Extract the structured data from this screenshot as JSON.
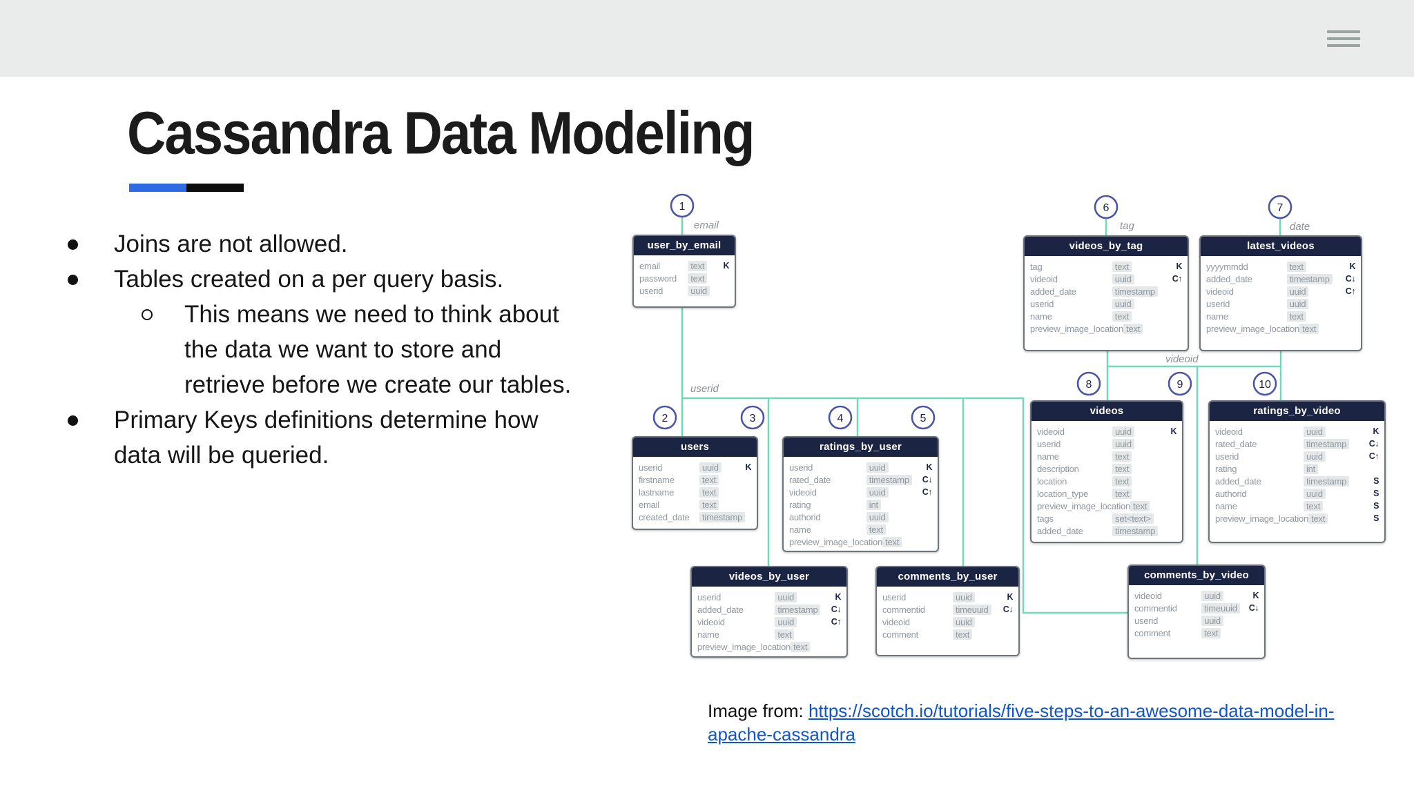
{
  "topbar": {
    "menu_icon": "hamburger-menu"
  },
  "slide": {
    "title": "Cassandra Data Modeling",
    "accent_colors": {
      "blue": "#2e6ae3",
      "black": "#0d0d0d"
    },
    "bullets": [
      {
        "level": 1,
        "text": "Joins are not allowed."
      },
      {
        "level": 1,
        "text": "Tables created on a per query basis."
      },
      {
        "level": 2,
        "text": "This means we need to think about the data we want to store and retrieve before we create our tables."
      },
      {
        "level": 1,
        "text": "Primary Keys definitions determine how data will be queried."
      }
    ],
    "attribution": {
      "prefix": "Image from: ",
      "link_text": "https://scotch.io/tutorials/five-steps-to-an-awesome-data-model-in-apache-cassandra"
    }
  },
  "diagram": {
    "colors": {
      "wire": "#72d9ba",
      "circle_ring": "#4a55a8",
      "table_header": "#1c2444",
      "field_text": "#8f97a0",
      "type_pill": "#e5e8e9"
    },
    "markers": [
      "1",
      "2",
      "3",
      "4",
      "5",
      "6",
      "7",
      "8",
      "9",
      "10"
    ],
    "labels": {
      "email": "email",
      "userid": "userid",
      "videoid": "videoid",
      "tag": "tag",
      "date": "date"
    },
    "tables": [
      {
        "name": "user_by_email",
        "fields": [
          [
            "email",
            "text",
            "K"
          ],
          [
            "password",
            "text",
            ""
          ],
          [
            "userid",
            "uuid",
            ""
          ]
        ]
      },
      {
        "name": "videos_by_tag",
        "fields": [
          [
            "tag",
            "text",
            "K"
          ],
          [
            "videoid",
            "uuid",
            "C↑"
          ],
          [
            "added_date",
            "timestamp",
            ""
          ],
          [
            "userid",
            "uuid",
            ""
          ],
          [
            "name",
            "text",
            ""
          ],
          [
            "preview_image_location",
            "text",
            ""
          ]
        ]
      },
      {
        "name": "latest_videos",
        "fields": [
          [
            "yyyymmdd",
            "text",
            "K"
          ],
          [
            "added_date",
            "timestamp",
            "C↓"
          ],
          [
            "videoid",
            "uuid",
            "C↑"
          ],
          [
            "userid",
            "uuid",
            ""
          ],
          [
            "name",
            "text",
            ""
          ],
          [
            "preview_image_location",
            "text",
            ""
          ]
        ]
      },
      {
        "name": "users",
        "fields": [
          [
            "userid",
            "uuid",
            "K"
          ],
          [
            "firstname",
            "text",
            ""
          ],
          [
            "lastname",
            "text",
            ""
          ],
          [
            "email",
            "text",
            ""
          ],
          [
            "created_date",
            "timestamp",
            ""
          ]
        ]
      },
      {
        "name": "ratings_by_user",
        "fields": [
          [
            "userid",
            "uuid",
            "K"
          ],
          [
            "rated_date",
            "timestamp",
            "C↓"
          ],
          [
            "videoid",
            "uuid",
            "C↑"
          ],
          [
            "rating",
            "int",
            ""
          ],
          [
            "authorid",
            "uuid",
            ""
          ],
          [
            "name",
            "text",
            ""
          ],
          [
            "preview_image_location",
            "text",
            ""
          ]
        ]
      },
      {
        "name": "videos",
        "fields": [
          [
            "videoid",
            "uuid",
            "K"
          ],
          [
            "userid",
            "uuid",
            ""
          ],
          [
            "name",
            "text",
            ""
          ],
          [
            "description",
            "text",
            ""
          ],
          [
            "location",
            "text",
            ""
          ],
          [
            "location_type",
            "text",
            ""
          ],
          [
            "preview_image_location",
            "text",
            ""
          ],
          [
            "tags",
            "set<text>",
            ""
          ],
          [
            "added_date",
            "timestamp",
            ""
          ]
        ]
      },
      {
        "name": "ratings_by_video",
        "fields": [
          [
            "videoid",
            "uuid",
            "K"
          ],
          [
            "rated_date",
            "timestamp",
            "C↓"
          ],
          [
            "userid",
            "uuid",
            "C↑"
          ],
          [
            "rating",
            "int",
            ""
          ],
          [
            "added_date",
            "timestamp",
            "S"
          ],
          [
            "authorid",
            "uuid",
            "S"
          ],
          [
            "name",
            "text",
            "S"
          ],
          [
            "preview_image_location",
            "text",
            "S"
          ]
        ]
      },
      {
        "name": "videos_by_user",
        "fields": [
          [
            "userid",
            "uuid",
            "K"
          ],
          [
            "added_date",
            "timestamp",
            "C↓"
          ],
          [
            "videoid",
            "uuid",
            "C↑"
          ],
          [
            "name",
            "text",
            ""
          ],
          [
            "preview_image_location",
            "text",
            ""
          ]
        ]
      },
      {
        "name": "comments_by_user",
        "fields": [
          [
            "userid",
            "uuid",
            "K"
          ],
          [
            "commentid",
            "timeuuid",
            "C↓"
          ],
          [
            "videoid",
            "uuid",
            ""
          ],
          [
            "comment",
            "text",
            ""
          ]
        ]
      },
      {
        "name": "comments_by_video",
        "fields": [
          [
            "videoid",
            "uuid",
            "K"
          ],
          [
            "commentid",
            "timeuuid",
            "C↓"
          ],
          [
            "userid",
            "uuid",
            ""
          ],
          [
            "comment",
            "text",
            ""
          ]
        ]
      }
    ]
  }
}
